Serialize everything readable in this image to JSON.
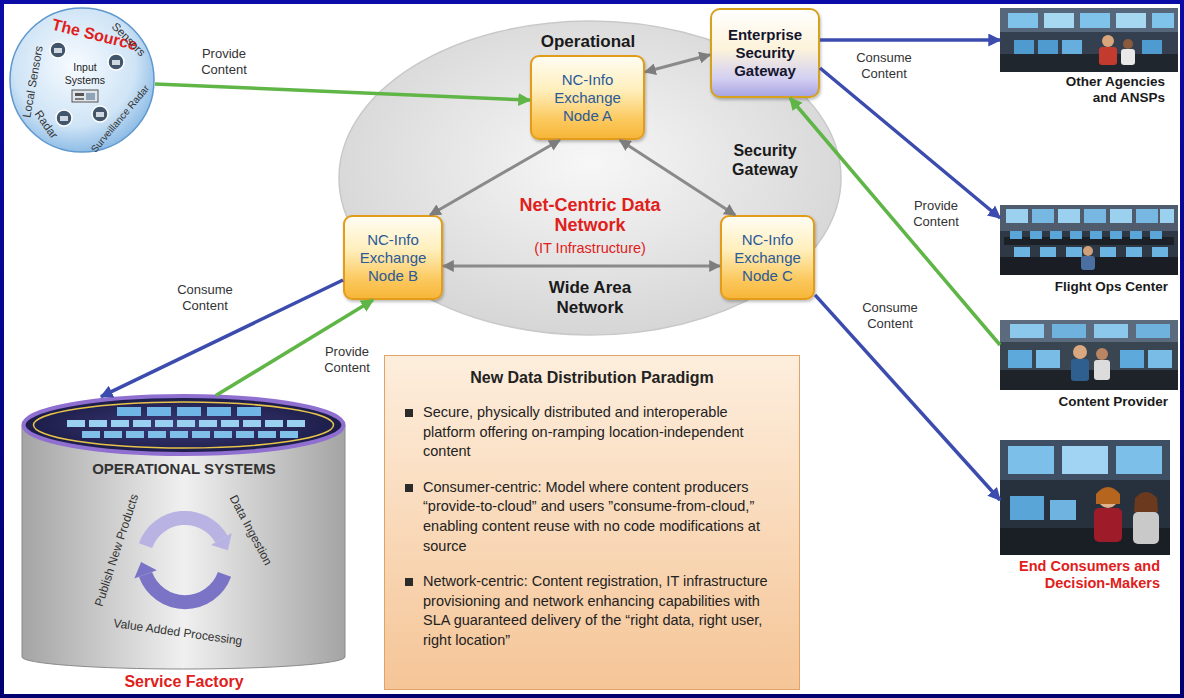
{
  "diagram": {
    "nodes": [
      {
        "text": [
          "The Source",
          "Local Sensors",
          "Sensors",
          "Radar",
          "Surveillance Radar"
        ]
      },
      {
        "text": [
          "Input Systems"
        ],
        "in": 0
      },
      {
        "text": [
          "Operational",
          "Net-Centric Data Network",
          "(IT Infrastructure)",
          "Security Gateway",
          "Wide Area Network"
        ]
      },
      {
        "text": [
          "NC-Info Exchange Node A"
        ],
        "in": 2
      },
      {
        "text": [
          "Enterprise Security Gateway"
        ]
      },
      {
        "text": [
          "NC-Info Exchange Node B"
        ],
        "in": 2
      },
      {
        "text": [
          "NC-Info Exchange Node C"
        ],
        "in": 2
      },
      {
        "text": [
          "Other Agencies and ANSPs"
        ]
      },
      {
        "text": [
          "Flight Ops Center"
        ]
      },
      {
        "text": [
          "Content Provider"
        ]
      },
      {
        "text": [
          "End Consumers and Decision-Makers"
        ]
      },
      {
        "text": [
          "OPERATIONAL SYSTEMS",
          "Publish New Products",
          "Data Ingestion",
          "Value Added Processing",
          "Service Factory"
        ]
      },
      {
        "text": [
          "New Data Distribution Paradigm",
          "Secure, physically distributed and interoperable platform offering on-ramping location-independent content",
          "Consumer-centric: Model where content producers “provide-to-cloud” and users ”consume-from-cloud,” enabling content reuse with no code modifications at source",
          "Network-centric: Content registration, IT infrastructure provisioning and network enhancing capabilities with SLA guaranteed delivery of the “right data, right user, right location”"
        ]
      }
    ],
    "edges": [
      {
        "from": 0,
        "to": 3,
        "label": "Provide Content",
        "arrow": "to"
      },
      {
        "from": 3,
        "to": 4,
        "arrow": "both"
      },
      {
        "from": 3,
        "to": 5,
        "arrow": "both"
      },
      {
        "from": 3,
        "to": 6,
        "arrow": "both"
      },
      {
        "from": 5,
        "to": 6,
        "arrow": "both"
      },
      {
        "from": 4,
        "to": 7,
        "label": "Consume Content",
        "arrow": "to"
      },
      {
        "from": 4,
        "to": 8,
        "arrow": "to"
      },
      {
        "from": 9,
        "to": 4,
        "label": "Provide Content",
        "arrow": "to"
      },
      {
        "from": 6,
        "to": 10,
        "label": "Consume Content",
        "arrow": "to"
      },
      {
        "from": 5,
        "to": 11,
        "label": "Consume Content",
        "arrow": "to"
      },
      {
        "from": 11,
        "to": 5,
        "label": "Provide Content",
        "arrow": "to"
      }
    ]
  }
}
